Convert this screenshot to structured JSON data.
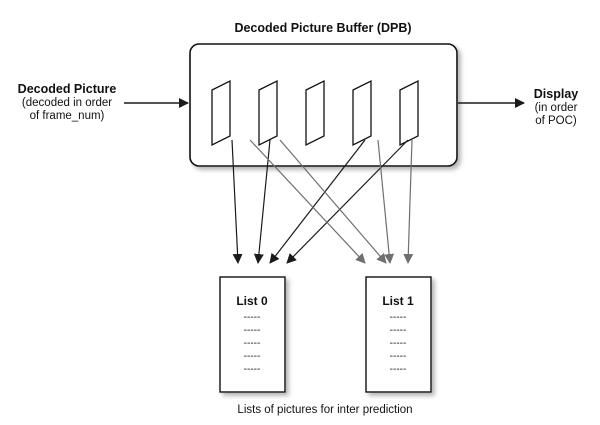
{
  "dpb": {
    "title": "Decoded Picture Buffer (DPB)",
    "frame_count": 5
  },
  "input": {
    "title": "Decoded Picture",
    "line2": "(decoded in order",
    "line3": "of frame_num)"
  },
  "output": {
    "title": "Display",
    "line2": "(in order",
    "line3": "of POC)"
  },
  "lists": [
    {
      "title": "List 0",
      "entries": [
        "-----",
        "-----",
        "-----",
        "-----",
        "-----"
      ]
    },
    {
      "title": "List 1",
      "entries": [
        "-----",
        "-----",
        "-----",
        "-----",
        "-----"
      ]
    }
  ],
  "caption": "Lists of pictures for inter prediction",
  "colors": {
    "dark_arrow": "#1a1a1a",
    "gray_arrow": "#6f6f6f",
    "box_shadow": "#bdbdbd"
  }
}
